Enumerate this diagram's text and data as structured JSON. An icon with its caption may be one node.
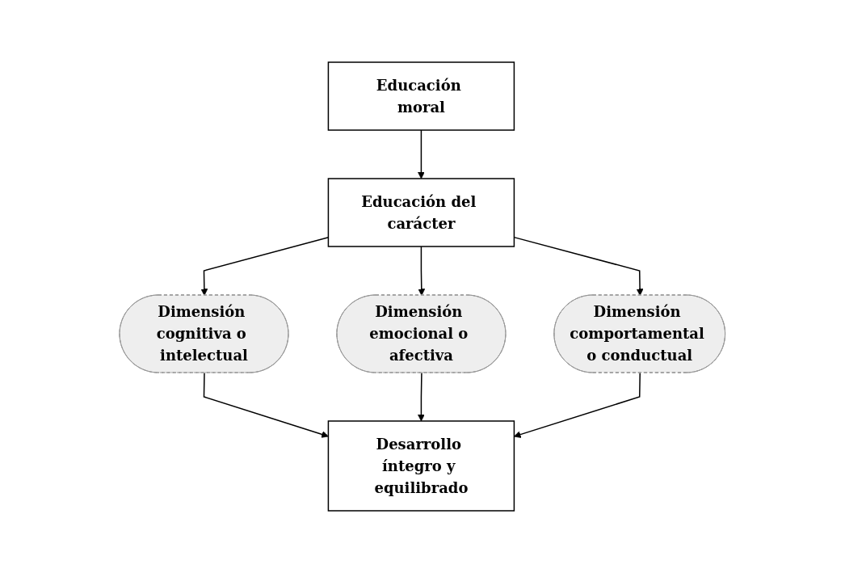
{
  "diagram": {
    "nodes": [
      {
        "text": [
          "Educación moral"
        ]
      },
      {
        "text": [
          "Educación del carácter"
        ]
      },
      {
        "text": [
          "Dimensión cognitiva o intelectual"
        ]
      },
      {
        "text": [
          "Dimensión emocional o afectiva"
        ]
      },
      {
        "text": [
          "Dimensión comportamental o conductual"
        ]
      },
      {
        "text": [
          "Desarrollo íntegro y equilibrado"
        ]
      }
    ],
    "edges": [
      {
        "from": 0,
        "to": 1,
        "arrow": "to"
      },
      {
        "from": 1,
        "to": 2,
        "arrow": "to"
      },
      {
        "from": 1,
        "to": 3,
        "arrow": "to"
      },
      {
        "from": 1,
        "to": 4,
        "arrow": "to"
      },
      {
        "from": 2,
        "to": 5,
        "arrow": "to"
      },
      {
        "from": 3,
        "to": 5,
        "arrow": "to"
      },
      {
        "from": 4,
        "to": 5,
        "arrow": "to"
      }
    ]
  }
}
